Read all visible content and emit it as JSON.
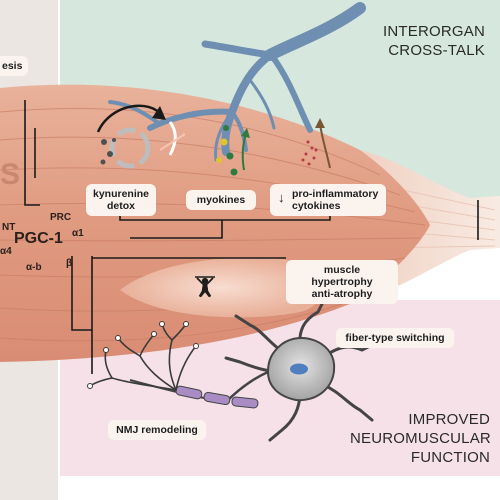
{
  "panel_titles": {
    "interorgan_line1": "INTERORGAN",
    "interorgan_line2": "CROSS-TALK",
    "improved_line1": "IMPROVED",
    "improved_line2": "NEUROMUSCULAR",
    "improved_line3": "FUNCTION"
  },
  "left_fragment": {
    "top_text": "esis",
    "big_letter": "S"
  },
  "labels": {
    "kynurenine_line1": "kynurenine",
    "kynurenine_line2": "detox",
    "myokines": "myokines",
    "proinflammatory_arrow": "↓",
    "proinflammatory_line1": "pro-inflammatory",
    "proinflammatory_line2": "cytokines",
    "hypertrophy_line1": "muscle hypertrophy",
    "hypertrophy_line2": "anti-atrophy",
    "fiber_type": "fiber-type switching",
    "nmj": "NMJ remodeling"
  },
  "pgc": {
    "main": "PGC-1",
    "prc": "PRC",
    "alpha1": "α1",
    "beta": "β",
    "nt": "NT",
    "alpha4": "α4",
    "alpha_b": "α-b"
  },
  "colors": {
    "top_panel_bg": "#d6e7dd",
    "bottom_panel_bg": "#f6e1e9",
    "left_panel_bg": "#ebe6e1",
    "muscle": "#e2a086",
    "tendon": "#f3ded2",
    "vessel": "#6f8fb2",
    "neuron": "#9a9a9a",
    "myelin": "#a98cc4",
    "label_bg": "#fbf3ee"
  }
}
